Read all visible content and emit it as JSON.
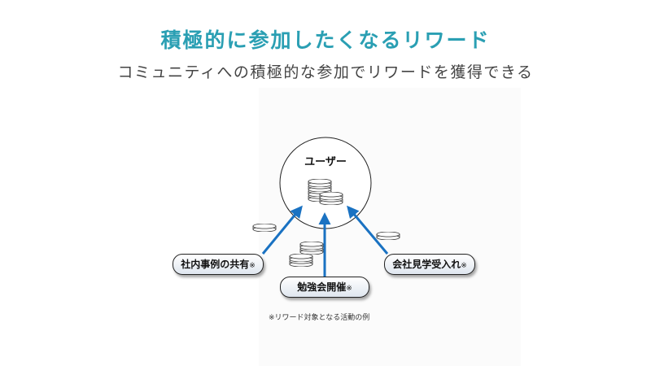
{
  "header": {
    "title": "積極的に参加したくなるリワード",
    "subtitle": "コミュニティへの積極的な参加でリワードを獲得できる"
  },
  "diagram": {
    "center_label": "ユーザー",
    "activities": [
      {
        "label": "社内事例の共有",
        "mark": "※"
      },
      {
        "label": "勉強会開催",
        "mark": "※"
      },
      {
        "label": "会社見学受入れ",
        "mark": "※"
      }
    ],
    "footnote": "※リワード対象となる活動の例",
    "arrow_color": "#1a72c2"
  }
}
